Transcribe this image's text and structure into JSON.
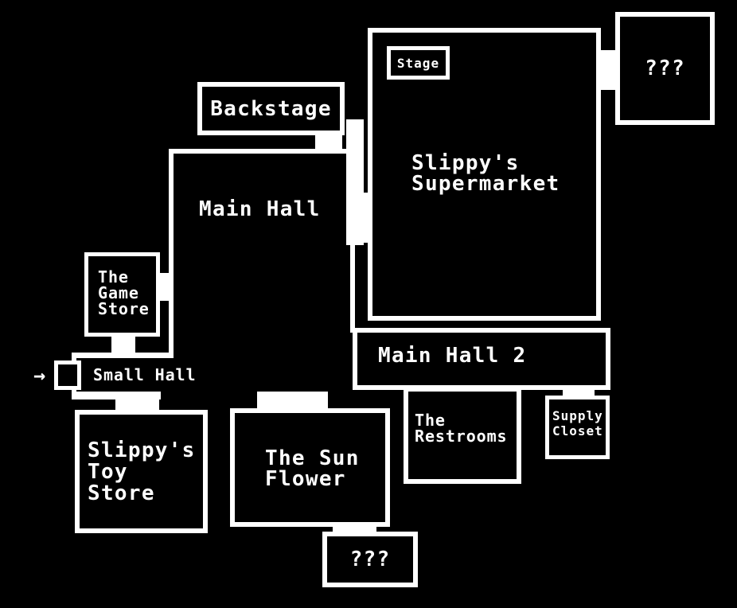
{
  "map": {
    "colors": {
      "background": "#000000",
      "walls": "#ffffff",
      "text": "#ffffff"
    },
    "entrance_arrow": "→",
    "rooms": {
      "q_top": {
        "label": "???"
      },
      "supermarket": {
        "label": "Slippy's\nSupermarket"
      },
      "stage": {
        "label": "Stage"
      },
      "backstage": {
        "label": "Backstage"
      },
      "main_hall": {
        "label": "Main Hall"
      },
      "game_store": {
        "label": "The\nGame\nStore"
      },
      "small_hall": {
        "label": "Small Hall"
      },
      "main_hall_2": {
        "label": "Main Hall 2"
      },
      "toy_store": {
        "label": "Slippy's\nToy\nStore"
      },
      "sun_flower": {
        "label": "The Sun\nFlower"
      },
      "restrooms": {
        "label": "The\nRestrooms"
      },
      "supply_closet": {
        "label": "Supply\nCloset"
      },
      "q_bottom": {
        "label": "???"
      }
    }
  }
}
